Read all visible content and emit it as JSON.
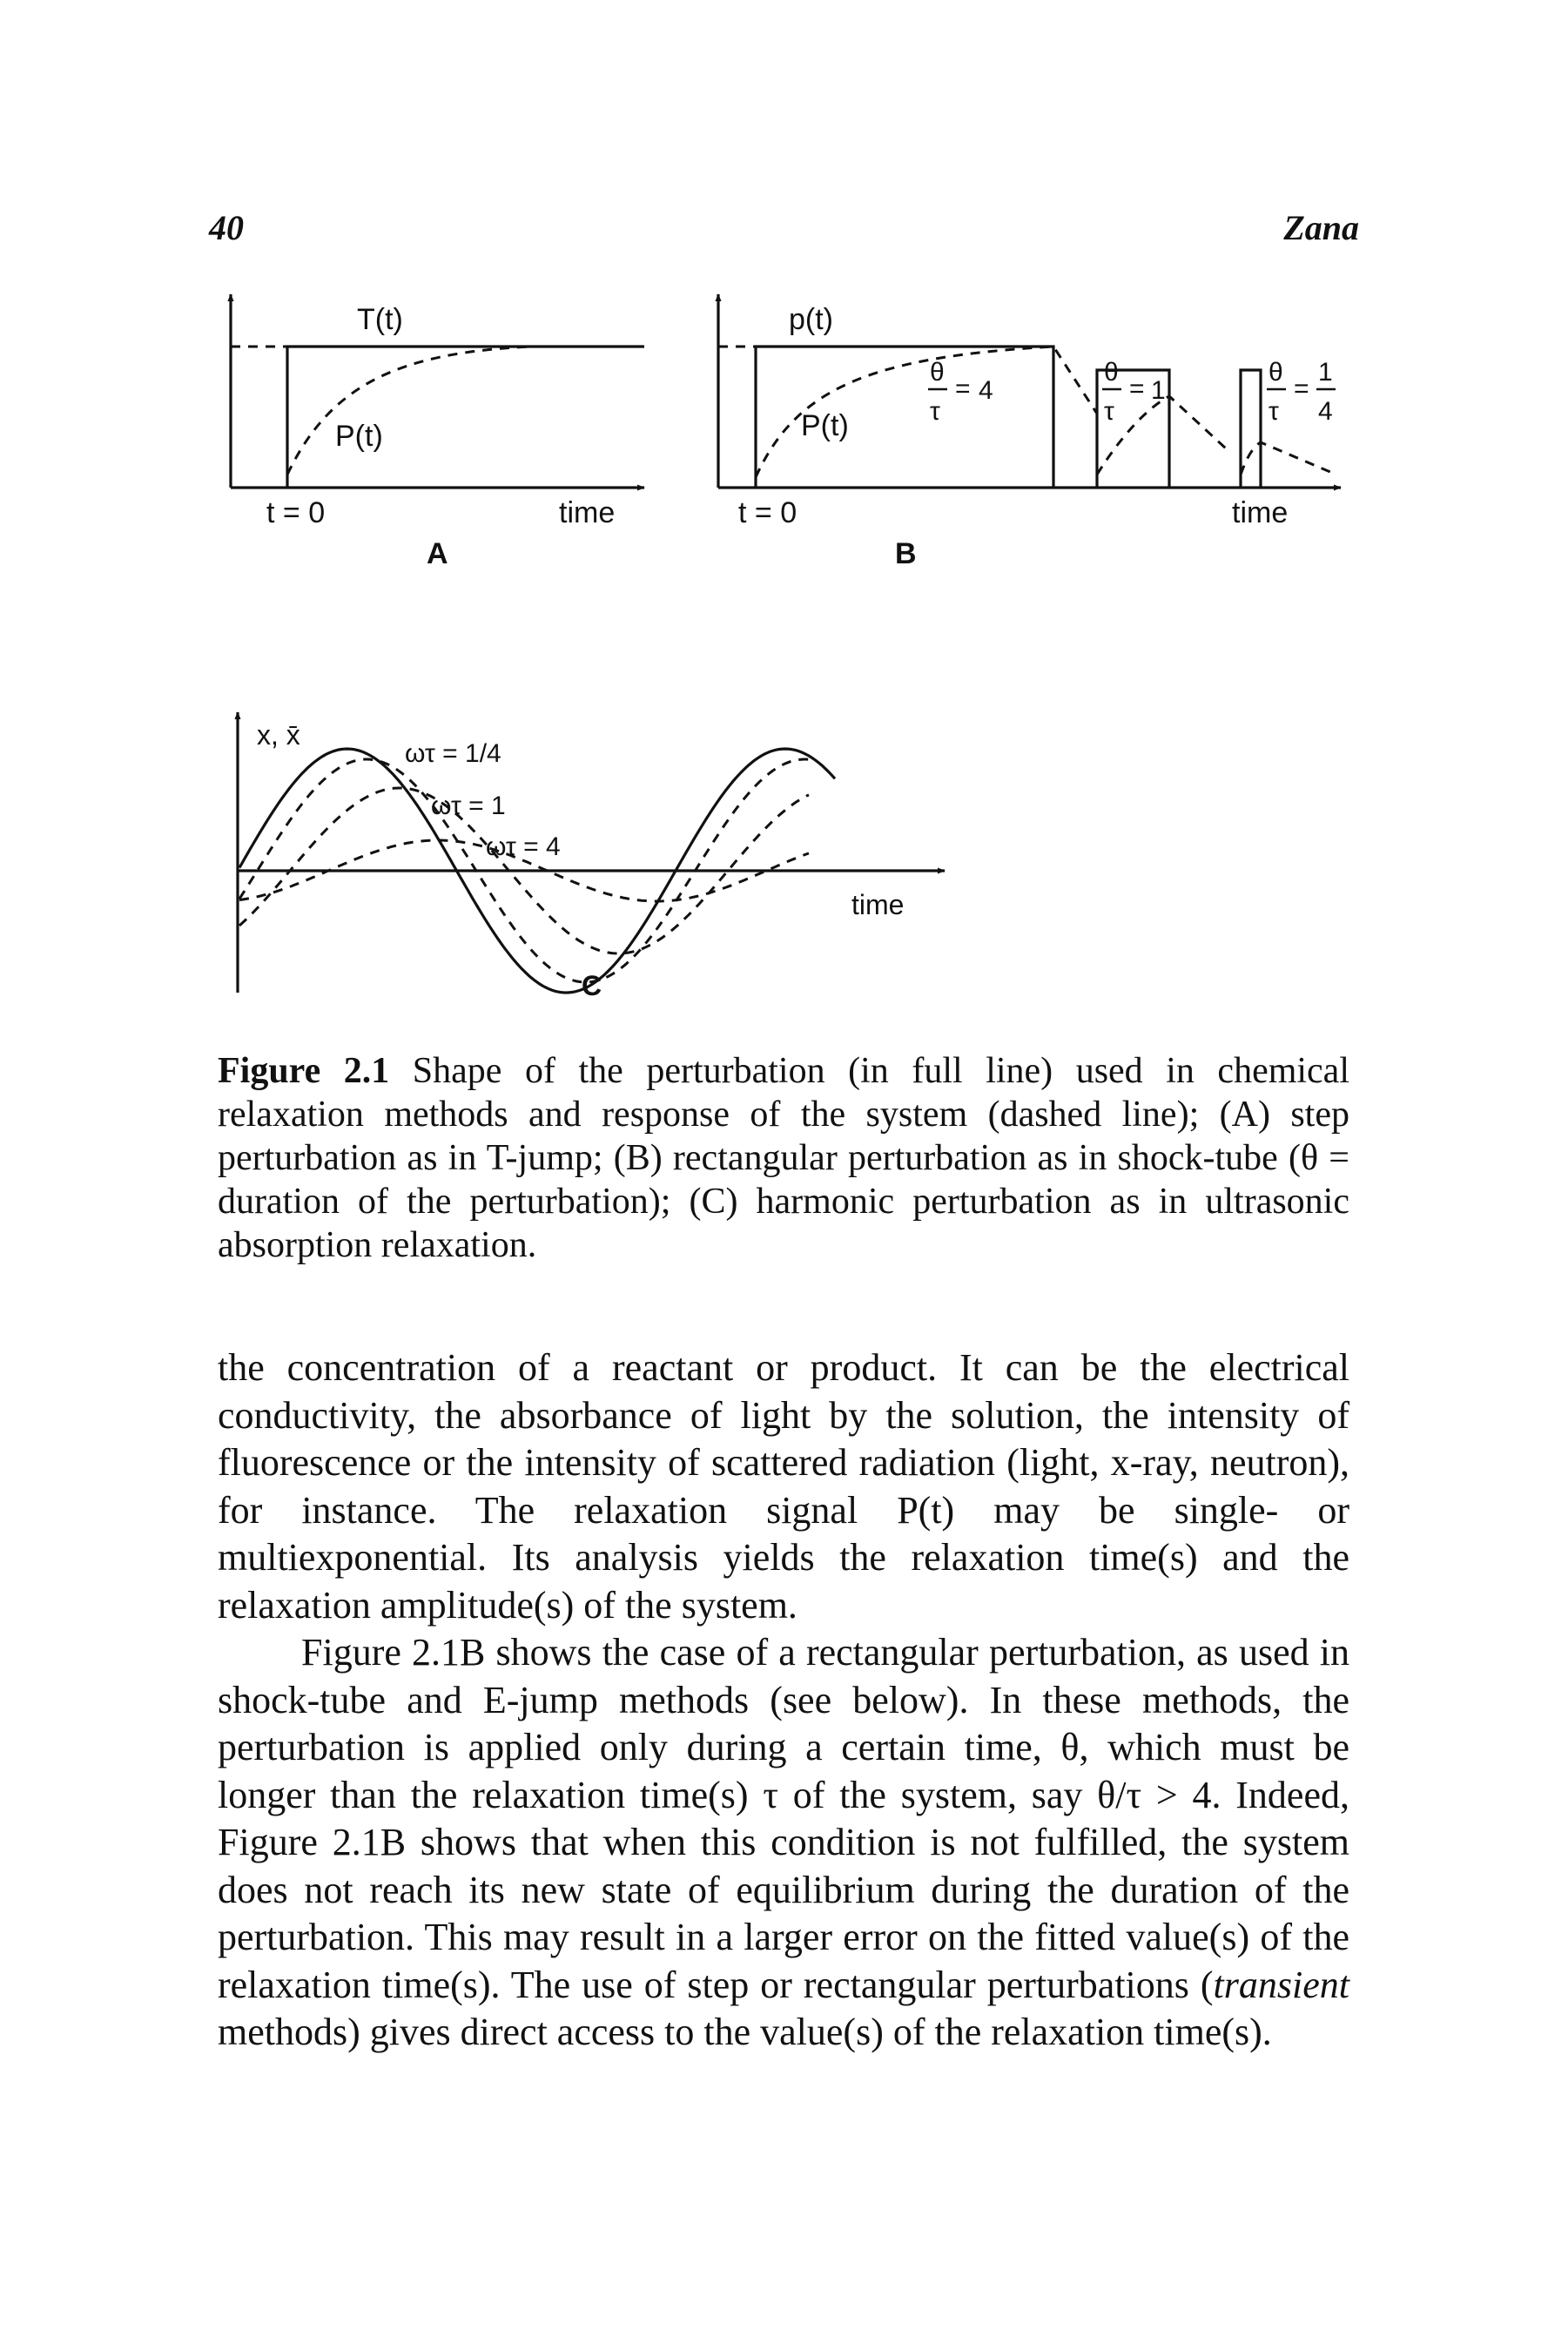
{
  "header": {
    "page_number": "40",
    "running_head": "Zana"
  },
  "figure": {
    "panel_a": {
      "ylabel": "T(t)",
      "curve_label": "P(t)",
      "start_label": "t = 0",
      "xlabel": "time",
      "panel_label": "A"
    },
    "panel_b": {
      "ylabel": "p(t)",
      "curve_label": "P(t)",
      "start_label": "t = 0",
      "xlabel": "time",
      "panel_label": "B",
      "ratio_labels": [
        {
          "num": "θ",
          "den": "τ",
          "value": "4"
        },
        {
          "num": "θ",
          "den": "τ",
          "value": "1"
        },
        {
          "num": "θ",
          "den": "τ",
          "value_num": "1",
          "value_den": "4"
        }
      ]
    },
    "panel_c": {
      "ylabel": "x, x̄",
      "xlabel": "time",
      "panel_label": "C",
      "curve_labels": [
        "ωτ = 1/4",
        "ωτ = 1",
        "ωτ = 4"
      ]
    }
  },
  "caption": {
    "label": "Figure 2.1",
    "text": " Shape of the perturbation (in full line) used in chemical relaxation methods and response of the system (dashed line); (A) step perturbation as in T-jump; (B) rectangular perturbation as in shock-tube (θ = duration of the perturbation); (C) harmonic perturbation as in ultrasonic absorption relaxation."
  },
  "body": {
    "p1": "the concentration of a reactant or product. It can be the electrical conductivity, the absorbance of light by the solution, the intensity of fluorescence or the intensity of scattered radiation (light, x-ray, neutron), for instance. The relaxation signal P(t) may be single- or multiexponential. Its analysis yields the relaxation time(s) and the relaxation amplitude(s) of the system.",
    "p2_a": "Figure 2.1B shows the case of a rectangular perturbation, as used in shock-tube and E-jump methods (see below). In these methods, the perturbation is applied only during a certain time, θ, which must be longer than the relaxation time(s) τ of the system, say θ/τ > 4. Indeed, Figure 2.1B shows that when this condition is not fulfilled, the system does not reach its new state of equilibrium during the duration of the perturbation. This may result in a larger error on the fitted value(s) of the relaxation time(s). The use of step or rectangular perturbations (",
    "p2_em": "transient",
    "p2_b": " methods) gives direct access to the value(s) of the relaxation time(s)."
  }
}
